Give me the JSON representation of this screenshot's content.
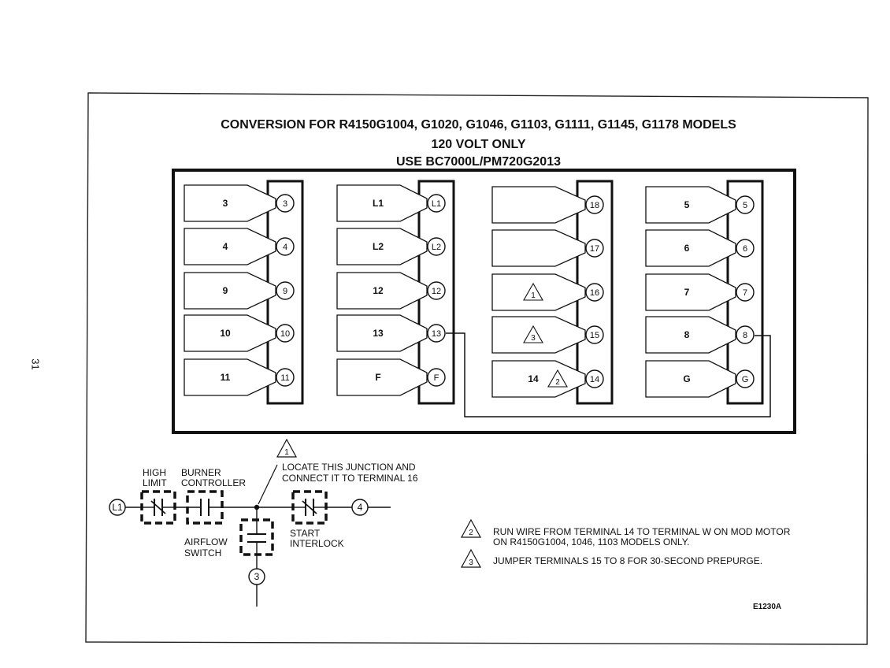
{
  "page_number": "31",
  "title": {
    "line1": "CONVERSION FOR R4150G1004, G1020, G1046, G1103, G1111, G1145, G1178 MODELS",
    "line2": "120 VOLT ONLY",
    "line3": "USE BC7000L/PM720G2013"
  },
  "terminal_columns": [
    [
      {
        "tag": "3",
        "term": "3"
      },
      {
        "tag": "4",
        "term": "4"
      },
      {
        "tag": "9",
        "term": "9"
      },
      {
        "tag": "10",
        "term": "10"
      },
      {
        "tag": "11",
        "term": "11"
      }
    ],
    [
      {
        "tag": "L1",
        "term": "L1"
      },
      {
        "tag": "L2",
        "term": "L2"
      },
      {
        "tag": "12",
        "term": "12"
      },
      {
        "tag": "13",
        "term": "13"
      },
      {
        "tag": "F",
        "term": "F"
      }
    ],
    [
      {
        "tag": "",
        "term": "18"
      },
      {
        "tag": "",
        "term": "17"
      },
      {
        "tag": "",
        "term": "16",
        "note": "1"
      },
      {
        "tag": "",
        "term": "15",
        "note": "3"
      },
      {
        "tag": "14",
        "term": "14",
        "note": "2"
      }
    ],
    [
      {
        "tag": "5",
        "term": "5"
      },
      {
        "tag": "6",
        "term": "6"
      },
      {
        "tag": "7",
        "term": "7"
      },
      {
        "tag": "8",
        "term": "8"
      },
      {
        "tag": "G",
        "term": "G"
      }
    ]
  ],
  "schematic": {
    "note1_marker": "1",
    "note1_text_line1": "LOCATE THIS JUNCTION AND",
    "note1_text_line2": "CONNECT IT TO TERMINAL 16",
    "high_limit_line1": "HIGH",
    "high_limit_line2": "LIMIT",
    "burner_line1": "BURNER",
    "burner_line2": "CONTROLLER",
    "airflow_line1": "AIRFLOW",
    "airflow_line2": "SWITCH",
    "start_line1": "START",
    "start_line2": "INTERLOCK",
    "left_terminal": "L1",
    "right_terminal": "4",
    "bottom_terminal": "3"
  },
  "notes": [
    {
      "marker": "2",
      "line1": "RUN WIRE FROM TERMINAL 14 TO TERMINAL W ON MOD MOTOR",
      "line2": "ON R4150G1004, 1046, 1103 MODELS ONLY."
    },
    {
      "marker": "3",
      "line1": "JUMPER TERMINALS 15 TO 8 FOR 30-SECOND PREPURGE.",
      "line2": ""
    }
  ],
  "figure_code": "E1230A"
}
